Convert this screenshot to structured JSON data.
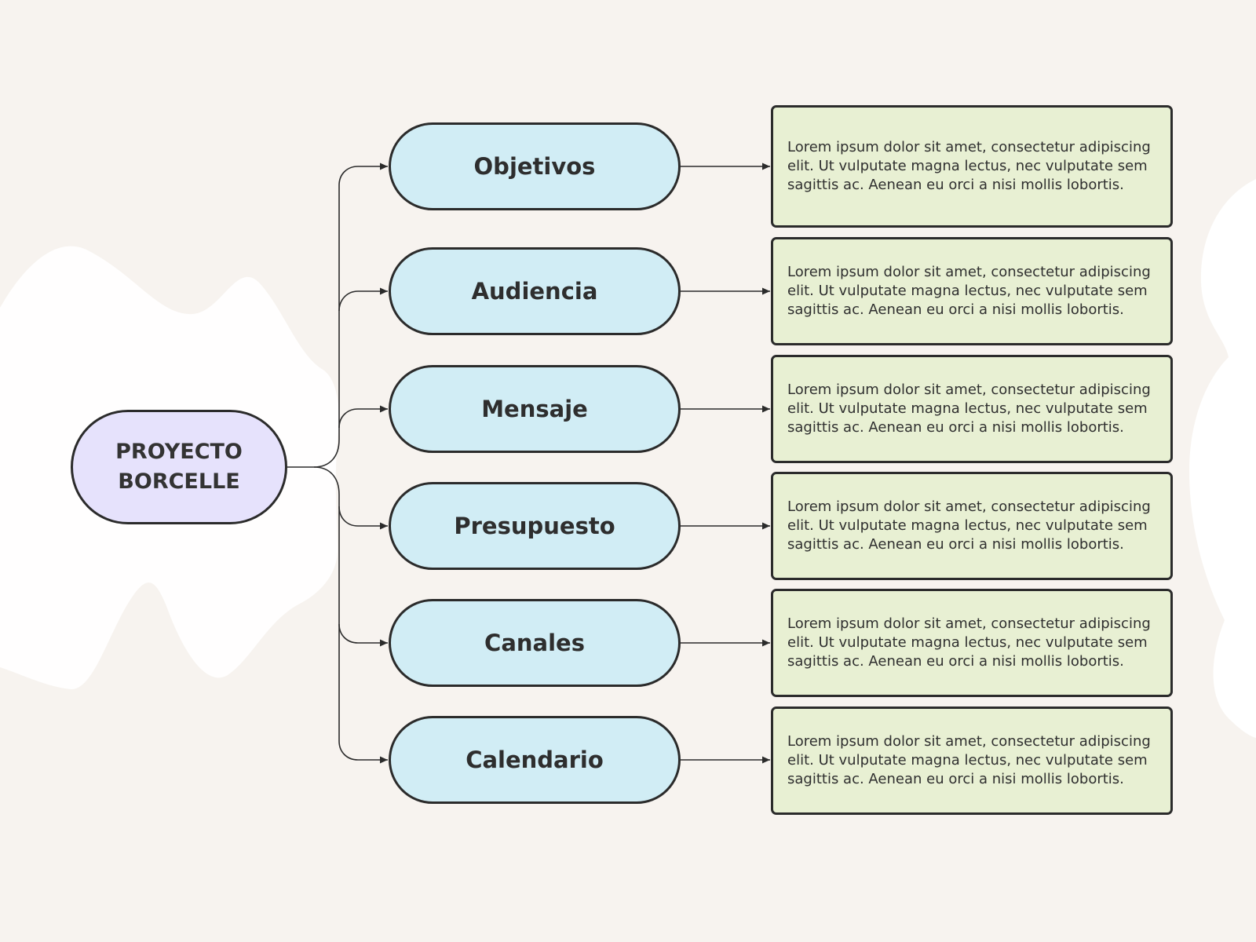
{
  "colors": {
    "background": "#f7f3ef",
    "root_fill": "#e6e2fc",
    "topic_fill": "#d1edf5",
    "description_fill": "#e8f0d3",
    "outline": "#2b2b2b"
  },
  "root": {
    "label": "PROYECTO\nBORCELLE"
  },
  "branches": [
    {
      "topic": "Objetivos",
      "description": "Lorem ipsum dolor sit amet, consectetur adipiscing elit. Ut vulputate magna lectus, nec vulputate sem sagittis ac. Aenean eu orci a nisi mollis lobortis."
    },
    {
      "topic": "Audiencia",
      "description": "Lorem ipsum dolor sit amet, consectetur adipiscing elit. Ut vulputate magna lectus, nec vulputate sem sagittis ac. Aenean eu orci a nisi mollis lobortis."
    },
    {
      "topic": "Mensaje",
      "description": "Lorem ipsum dolor sit amet, consectetur adipiscing elit. Ut vulputate magna lectus, nec vulputate sem sagittis ac. Aenean eu orci a nisi mollis lobortis."
    },
    {
      "topic": "Presupuesto",
      "description": "Lorem ipsum dolor sit amet, consectetur adipiscing elit. Ut vulputate magna lectus, nec vulputate sem sagittis ac. Aenean eu orci a nisi mollis lobortis."
    },
    {
      "topic": "Canales",
      "description": "Lorem ipsum dolor sit amet, consectetur adipiscing elit. Ut vulputate magna lectus, nec vulputate sem sagittis ac. Aenean eu orci a nisi mollis lobortis."
    },
    {
      "topic": "Calendario",
      "description": "Lorem ipsum dolor sit amet, consectetur adipiscing elit. Ut vulputate magna lectus, nec vulputate sem sagittis ac. Aenean eu orci a nisi mollis lobortis."
    }
  ]
}
